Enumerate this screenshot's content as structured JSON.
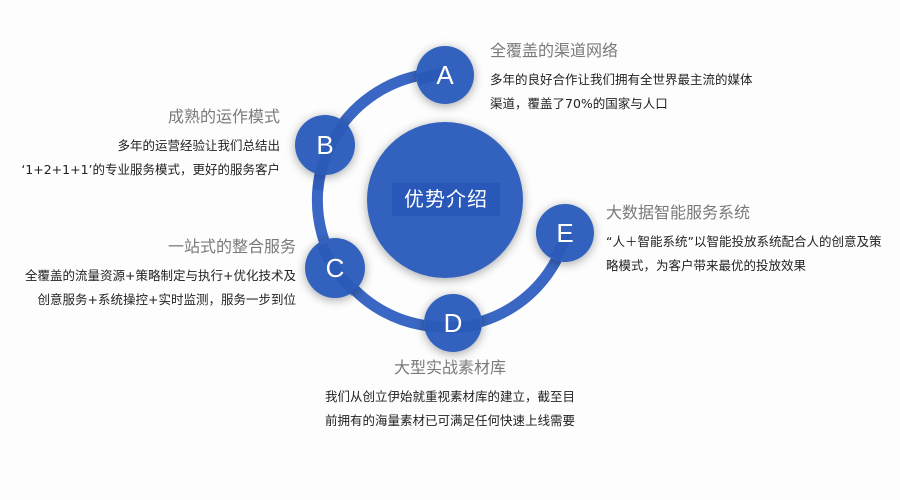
{
  "center": {
    "label": "优势介绍",
    "color": "#3162bd"
  },
  "colors": {
    "primary": "#3162bd",
    "arc": "#2f5fc0",
    "title_text": "#7a7a7a",
    "body_text": "#222222"
  },
  "items": [
    {
      "letter": "A",
      "title": "全覆盖的渠道网络",
      "lines": [
        "多年的良好合作让我们拥有全世界最主流的媒体",
        "渠道，覆盖了70%的国家与人口"
      ]
    },
    {
      "letter": "B",
      "title": "成熟的运作模式",
      "lines": [
        "多年的运营经验让我们总结出",
        "‘1+2+1+1’的专业服务模式，更好的服务客户"
      ]
    },
    {
      "letter": "C",
      "title": "一站式的整合服务",
      "lines": [
        "全覆盖的流量资源+策略制定与执行+优化技术及",
        "创意服务+系统操控+实时监测，服务一步到位"
      ]
    },
    {
      "letter": "D",
      "title": "大型实战素材库",
      "lines": [
        "我们从创立伊始就重视素材库的建立，截至目",
        "前拥有的海量素材已可满足任何快速上线需要"
      ]
    },
    {
      "letter": "E",
      "title": "大数据智能服务系统",
      "lines": [
        "“人＋智能系统”以智能投放系统配合人的创意及策",
        "略模式，为客户带来最优的投放效果"
      ]
    }
  ]
}
